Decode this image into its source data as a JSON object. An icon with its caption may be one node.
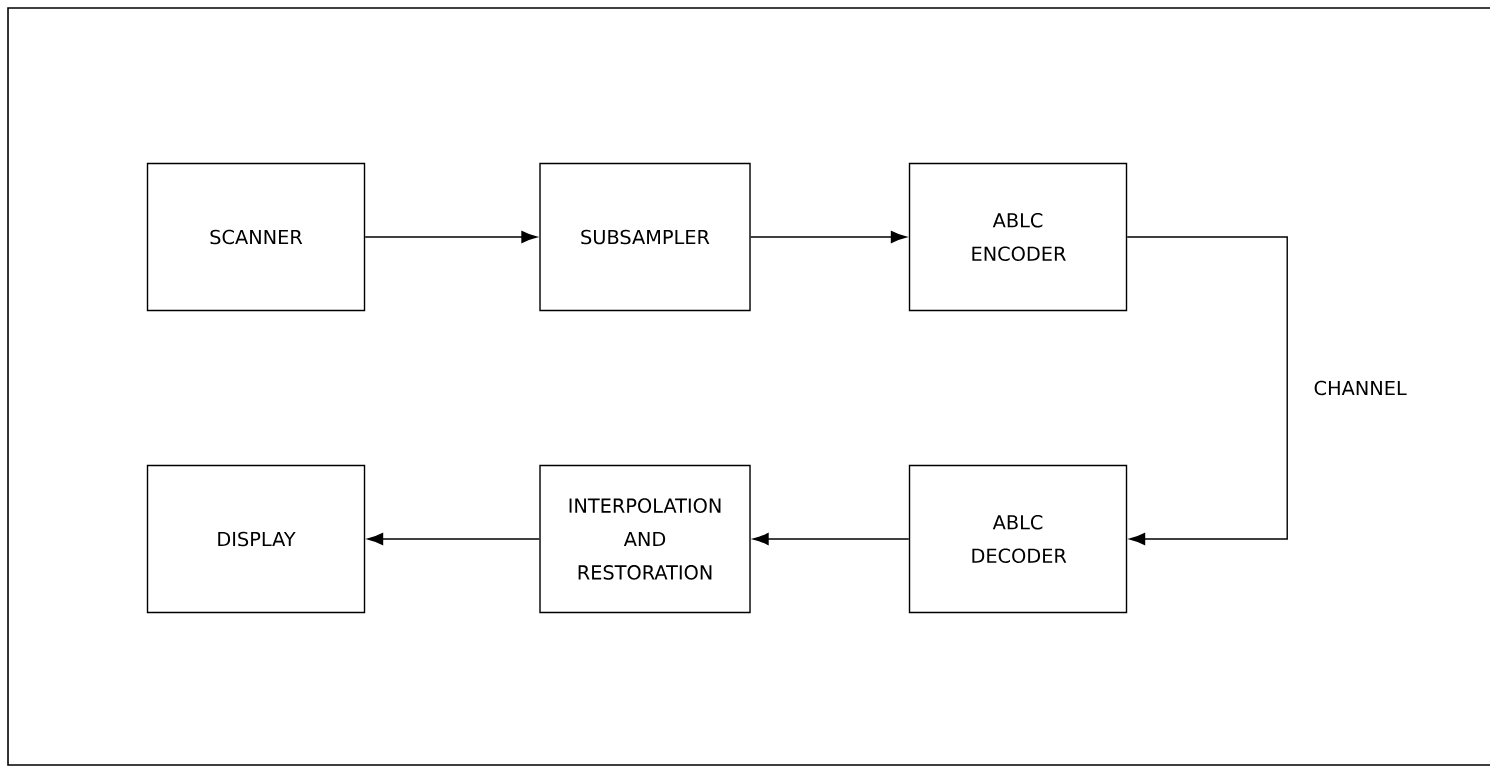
{
  "diagram": {
    "nodes": [
      {
        "text": [
          "SCANNER"
        ]
      },
      {
        "text": [
          "SUBSAMPLER"
        ]
      },
      {
        "text": [
          "ABLC ENCODER"
        ]
      },
      {
        "text": [
          "DISPLAY"
        ]
      },
      {
        "text": [
          "INTERPOLATION AND RESTORATION"
        ]
      },
      {
        "text": [
          "ABLC DECODER"
        ]
      }
    ],
    "edges": [
      {
        "from": 0,
        "to": 1,
        "arrow": "to"
      },
      {
        "from": 1,
        "to": 2,
        "arrow": "to"
      },
      {
        "from": 2,
        "to": 5,
        "arrow": "to",
        "label": "CHANNEL"
      },
      {
        "from": 5,
        "to": 4,
        "arrow": "to"
      },
      {
        "from": 4,
        "to": 3,
        "arrow": "to"
      }
    ]
  }
}
